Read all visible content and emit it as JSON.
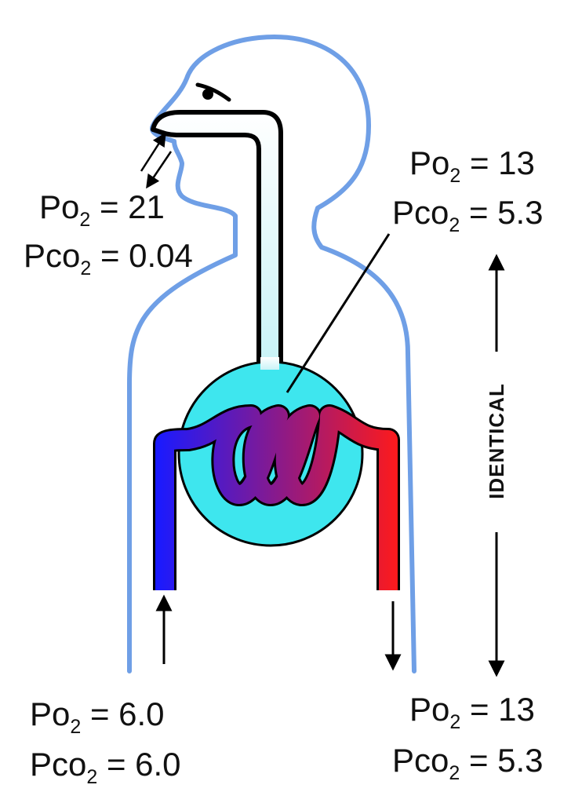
{
  "colors": {
    "body_outline": "#6f9fe6",
    "airway_outline": "#000000",
    "airway_fill_top": "#ffffff",
    "airway_fill_bottom": "#c9f3f7",
    "alveolus_fill": "#3ee6ee",
    "venous": "#1a1aff",
    "capillary_mid": "#8a1a8a",
    "arterial": "#ff1a1a"
  },
  "icons": {
    "eye": "eye-icon",
    "arrow": "arrow-icon"
  },
  "labels": {
    "air": {
      "po2": "21",
      "pco2": "0.04"
    },
    "alveolar": {
      "po2": "13",
      "pco2": "5.3"
    },
    "venous": {
      "po2": "6.0",
      "pco2": "6.0"
    },
    "arterial": {
      "po2": "13",
      "pco2": "5.3"
    },
    "identical": "IDENTICAL"
  },
  "gas_text": {
    "p": "P",
    "o": "o",
    "co": "co",
    "sub": "2",
    "eq": " = "
  }
}
